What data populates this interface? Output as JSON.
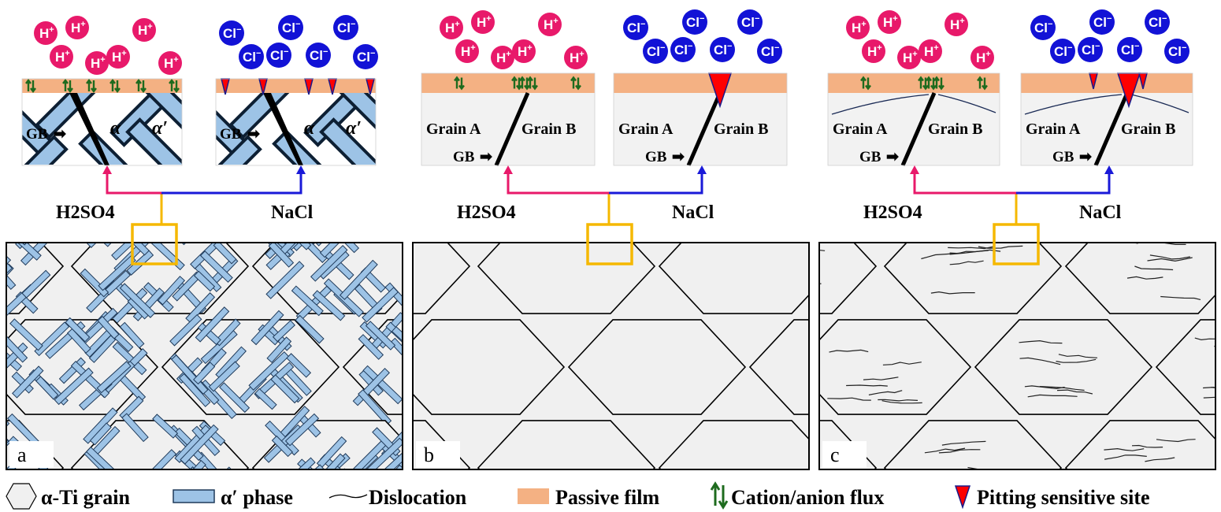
{
  "panels": [
    {
      "letter": "a",
      "acid": "H2SO4",
      "salt": "NaCl",
      "cross_left": {
        "gb": "GB",
        "alpha": "α",
        "alpha_prime": "α′"
      },
      "cross_right": {
        "gb": "GB",
        "alpha": "α",
        "alpha_prime": "α′"
      }
    },
    {
      "letter": "b",
      "acid": "H2SO4",
      "salt": "NaCl",
      "cross_left": {
        "gb": "GB",
        "grain_a": "Grain A",
        "grain_b": "Grain B"
      },
      "cross_right": {
        "gb": "GB",
        "grain_a": "Grain A",
        "grain_b": "Grain B"
      }
    },
    {
      "letter": "c",
      "acid": "H2SO4",
      "salt": "NaCl",
      "cross_left": {
        "gb": "GB",
        "grain_a": "Grain A",
        "grain_b": "Grain B"
      },
      "cross_right": {
        "gb": "GB",
        "grain_a": "Grain A",
        "grain_b": "Grain B"
      }
    }
  ],
  "ions": {
    "hydrogen": "H",
    "hydrogen_charge": "+",
    "chloride": "Cl",
    "chloride_charge": "−"
  },
  "legend": {
    "grain": "α-Ti grain",
    "phase": "α′ phase",
    "dislocation": "Dislocation",
    "film": "Passive film",
    "flux": "Cation/anion flux",
    "pit": "Pitting sensitive site"
  },
  "colors": {
    "hydrogen_ion": "#e8196a",
    "chloride_ion": "#1212d6",
    "passive_film": "#f4b183",
    "alpha_prime": "#9dc3e6",
    "flux_arrow": "#1e6b1e",
    "pit_fill": "#ff0000",
    "acid_line": "#e8196a",
    "salt_line": "#1a1ad8",
    "zoom_box": "#f5b800",
    "grain_fill": "#f0f0f0"
  }
}
